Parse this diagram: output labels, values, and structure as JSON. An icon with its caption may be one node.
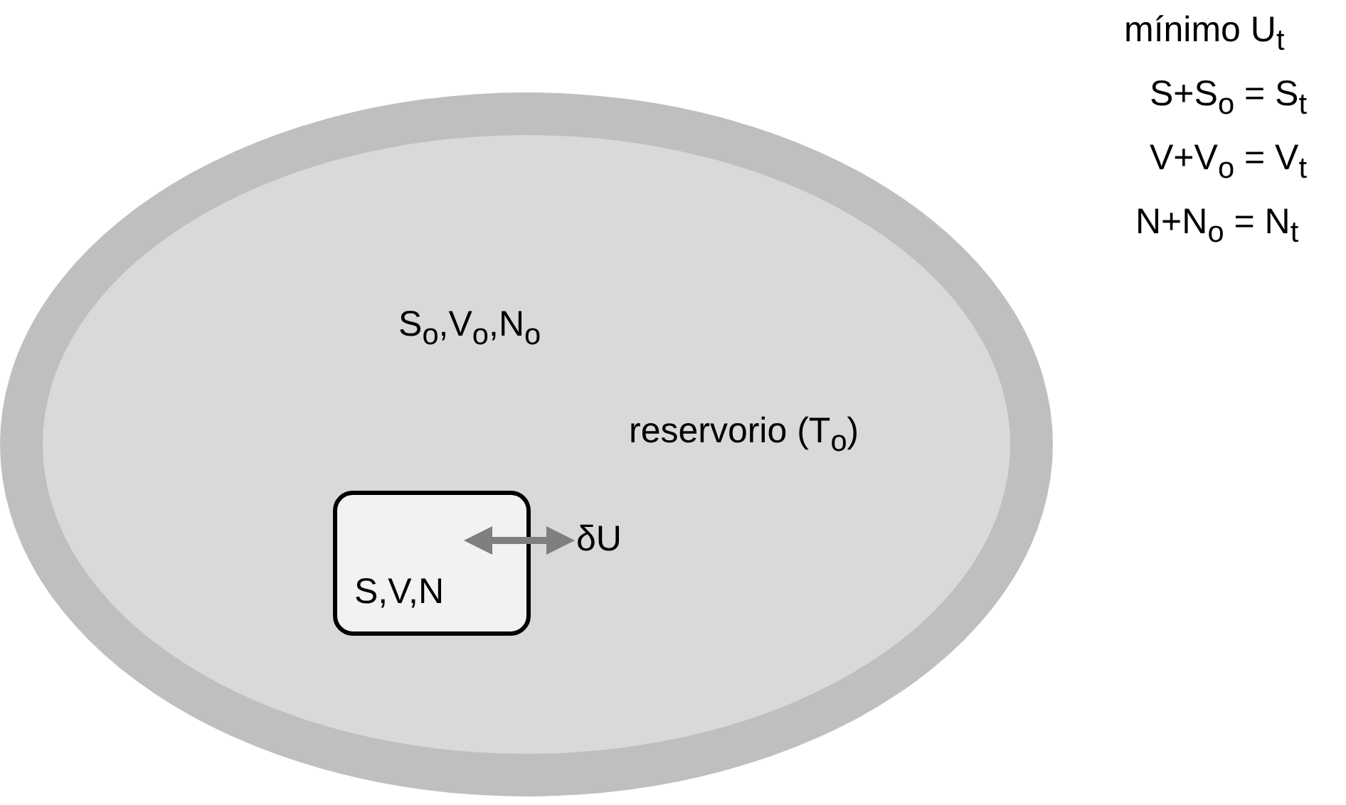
{
  "diagram": {
    "nodes": [
      {
        "text": [
          "S$_{o}$,V$_{o}$,N$_{o}$",
          "reservorio (T$_{o}$)"
        ]
      },
      {
        "text": [
          "S,V,N"
        ],
        "in": 0
      }
    ],
    "labels": [
      "mínimo U$_{t}$",
      "S+S$_{o}$ = S$_{t}$",
      "V+V$_{o}$ = V$_{t}$",
      "N+N$_{o}$ = N$_{t}$",
      "δU"
    ]
  }
}
